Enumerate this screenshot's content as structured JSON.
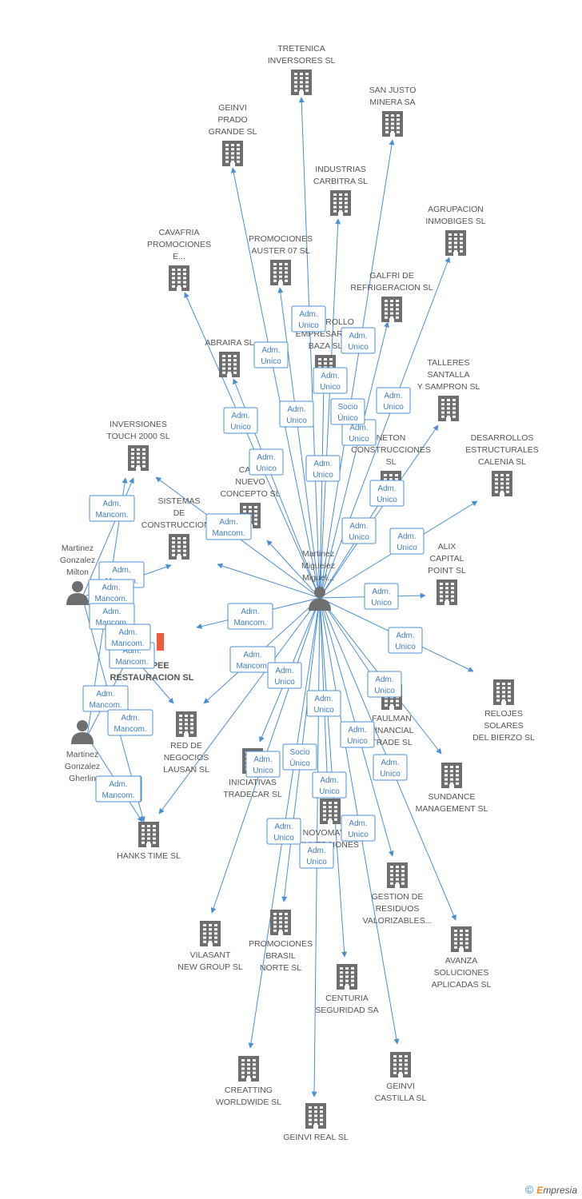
{
  "colors": {
    "edge": "#4a8fd6",
    "icon": "#6e6e6e",
    "label": "#555555",
    "focus": "#ef5b3a"
  },
  "nodes": [
    {
      "id": "center",
      "type": "person",
      "label": [
        "Martinez",
        "Miguelez",
        "Miguel..."
      ]
    },
    {
      "id": "milton",
      "type": "person",
      "label": [
        "Martinez",
        "Gonzalez",
        "Milton"
      ]
    },
    {
      "id": "gherlin",
      "type": "person",
      "label": [
        "Martinez",
        "Gonzalez",
        "Gherlin"
      ]
    },
    {
      "id": "tretenica",
      "type": "company",
      "label": [
        "TRETENICA",
        "INVERSORES SL"
      ]
    },
    {
      "id": "sanjusto",
      "type": "company",
      "label": [
        "SAN JUSTO",
        "MINERA SA"
      ]
    },
    {
      "id": "geinviprado",
      "type": "company",
      "label": [
        "GEINVI",
        "PRADO",
        "GRANDE SL"
      ]
    },
    {
      "id": "carbitra",
      "type": "company",
      "label": [
        "INDUSTRIAS",
        "CARBITRA  SL"
      ]
    },
    {
      "id": "agrupacion",
      "type": "company",
      "label": [
        "AGRUPACION",
        "INMOBIGES SL"
      ]
    },
    {
      "id": "cavafria",
      "type": "company",
      "label": [
        "CAVAFRIA",
        "PROMOCIONES",
        "E..."
      ]
    },
    {
      "id": "auster",
      "type": "company",
      "label": [
        "PROMOCIONES",
        "AUSTER 07 SL"
      ]
    },
    {
      "id": "galfri",
      "type": "company",
      "label": [
        "GALFRI DE",
        "REFRIGERACION SL"
      ]
    },
    {
      "id": "abraira",
      "type": "company",
      "label": [
        "ABRAIRA SL"
      ]
    },
    {
      "id": "baza",
      "type": "company",
      "label": [
        "DESARROLLO",
        "EMPRESARIAL",
        "BAZA  SL"
      ]
    },
    {
      "id": "talleres",
      "type": "company",
      "label": [
        "TALLERES",
        "SANTALLA",
        "Y SAMPRON SL"
      ]
    },
    {
      "id": "inversiones",
      "type": "company",
      "label": [
        "INVERSIONES",
        "TOUCH 2000 SL"
      ]
    },
    {
      "id": "desarrollos",
      "type": "company",
      "label": [
        "DESARROLLOS",
        "ESTRUCTURALES",
        "CALENIA SL"
      ]
    },
    {
      "id": "neton",
      "type": "company",
      "label": [
        "NETON",
        "CONSTRUCCIONES",
        "SL"
      ]
    },
    {
      "id": "casa",
      "type": "company",
      "label": [
        "CASA",
        "NUEVO",
        "CONCEPTO SL"
      ]
    },
    {
      "id": "sistemas",
      "type": "company",
      "label": [
        "SISTEMAS",
        "DE",
        "CONSTRUCCION..."
      ]
    },
    {
      "id": "alix",
      "type": "company",
      "label": [
        "ALIX",
        "CAPITAL",
        "POINT SL"
      ]
    },
    {
      "id": "teepee",
      "type": "company",
      "focus": true,
      "label": [
        "TEEPEE",
        "RESTAURACION SL"
      ]
    },
    {
      "id": "relojes",
      "type": "company",
      "label": [
        "RELOJES",
        "SOLARES",
        "DEL BIERZO  SL"
      ]
    },
    {
      "id": "faulman",
      "type": "company",
      "label": [
        "FAULMAN",
        "FINANCIAL",
        "TRADE SL"
      ]
    },
    {
      "id": "lausan",
      "type": "company",
      "label": [
        "RED DE",
        "NEGOCIOS",
        "LAUSAN SL"
      ]
    },
    {
      "id": "tradecar",
      "type": "company",
      "label": [
        "INICIATIVAS",
        "TRADECAR  SL"
      ]
    },
    {
      "id": "sundance",
      "type": "company",
      "label": [
        "SUNDANCE",
        "MANAGEMENT SL"
      ]
    },
    {
      "id": "hanks",
      "type": "company",
      "label": [
        "HANKS TIME SL"
      ]
    },
    {
      "id": "novomayor",
      "type": "company",
      "label": [
        "NOVOMAYOR",
        "INVERSIONES",
        "..."
      ]
    },
    {
      "id": "residuos",
      "type": "company",
      "label": [
        "GESTION DE",
        "RESIDUOS",
        "VALORIZABLES..."
      ]
    },
    {
      "id": "vilasant",
      "type": "company",
      "label": [
        "VILASANT",
        "NEW GROUP SL"
      ]
    },
    {
      "id": "brasil",
      "type": "company",
      "label": [
        "PROMOCIONES",
        "BRASIL",
        "NORTE SL"
      ]
    },
    {
      "id": "avanza",
      "type": "company",
      "label": [
        "AVANZA",
        "SOLUCIONES",
        "APLICADAS SL"
      ]
    },
    {
      "id": "centuria",
      "type": "company",
      "label": [
        "CENTURIA",
        "SEGURIDAD SA"
      ]
    },
    {
      "id": "creatting",
      "type": "company",
      "label": [
        "CREATTING",
        "WORLDWIDE SL"
      ]
    },
    {
      "id": "geinvicastilla",
      "type": "company",
      "label": [
        "GEINVI",
        "CASTILLA SL"
      ]
    },
    {
      "id": "geinvireal",
      "type": "company",
      "label": [
        "GEINVI REAL SL"
      ]
    }
  ],
  "edges": [
    {
      "from": "center",
      "to": "tretenica",
      "label": [
        "Adm.",
        "Unico"
      ]
    },
    {
      "from": "center",
      "to": "sanjusto",
      "label": [
        "Adm.",
        "Unico"
      ]
    },
    {
      "from": "center",
      "to": "geinviprado",
      "label": [
        "Adm.",
        "Unico"
      ]
    },
    {
      "from": "center",
      "to": "carbitra",
      "label": [
        "Adm.",
        "Unico"
      ]
    },
    {
      "from": "center",
      "to": "agrupacion",
      "label": [
        "Adm.",
        "Unico"
      ]
    },
    {
      "from": "center",
      "to": "cavafria",
      "label": [
        "Adm.",
        "Unico"
      ]
    },
    {
      "from": "center",
      "to": "auster",
      "label": [
        "Adm.",
        "Unico"
      ]
    },
    {
      "from": "center",
      "to": "galfri",
      "label": [
        "Adm.",
        "Unico"
      ]
    },
    {
      "from": "center",
      "to": "abraira",
      "label": [
        "Adm.",
        "Unico"
      ]
    },
    {
      "from": "center",
      "to": "baza",
      "label": [
        "Socio",
        "Único"
      ]
    },
    {
      "from": "center",
      "to": "talleres",
      "label": [
        "Adm.",
        "Unico"
      ]
    },
    {
      "from": "center",
      "to": "desarrollos",
      "label": [
        "Adm.",
        "Unico"
      ]
    },
    {
      "from": "center",
      "to": "neton",
      "label": [
        "Adm.",
        "Unico"
      ]
    },
    {
      "from": "center",
      "to": "casa",
      "label": [
        "Adm.",
        "Unico"
      ]
    },
    {
      "from": "center",
      "to": "sistemas",
      "label": [
        "Adm.",
        "Mancom."
      ]
    },
    {
      "from": "center",
      "to": "inversiones",
      "label": [
        "Adm.",
        "Mancom."
      ]
    },
    {
      "from": "center",
      "to": "alix",
      "label": [
        "Adm.",
        "Unico"
      ]
    },
    {
      "from": "center",
      "to": "teepee",
      "label": [
        "Adm.",
        "Mancom."
      ]
    },
    {
      "from": "center",
      "to": "relojes",
      "label": [
        "Adm.",
        "Unico"
      ]
    },
    {
      "from": "center",
      "to": "faulman",
      "label": [
        "Adm.",
        "Unico"
      ]
    },
    {
      "from": "center",
      "to": "lausan",
      "label": [
        "Adm.",
        "Mancom."
      ]
    },
    {
      "from": "center",
      "to": "tradecar",
      "label": [
        "Adm.",
        "Unico"
      ]
    },
    {
      "from": "center",
      "to": "sundance",
      "label": [
        "Adm.",
        "Unico"
      ]
    },
    {
      "from": "center",
      "to": "hanks",
      "label": [
        "Adm.",
        "Mancom."
      ]
    },
    {
      "from": "center",
      "to": "novomayor",
      "label": [
        "Socio",
        "Único"
      ]
    },
    {
      "from": "center",
      "to": "residuos",
      "label": [
        "Adm.",
        "Unico"
      ]
    },
    {
      "from": "center",
      "to": "vilasant",
      "label": [
        "Adm.",
        "Unico"
      ]
    },
    {
      "from": "center",
      "to": "brasil",
      "label": [
        "Adm.",
        "Unico"
      ]
    },
    {
      "from": "center",
      "to": "avanza",
      "label": [
        "Adm.",
        "Unico"
      ]
    },
    {
      "from": "center",
      "to": "centuria",
      "label": [
        "Adm.",
        "Unico"
      ]
    },
    {
      "from": "center",
      "to": "creatting",
      "label": [
        "Adm.",
        "Unico"
      ]
    },
    {
      "from": "center",
      "to": "geinvicastilla",
      "label": [
        "Adm.",
        "Unico"
      ]
    },
    {
      "from": "center",
      "to": "geinvireal",
      "label": [
        "Adm.",
        "Unico"
      ]
    },
    {
      "from": "milton",
      "to": "inversiones",
      "label": [
        "Adm.",
        "Mancom."
      ]
    },
    {
      "from": "milton",
      "to": "sistemas",
      "label": [
        "Adm.",
        "Mancom."
      ]
    },
    {
      "from": "milton",
      "to": "teepee",
      "label": [
        "Adm.",
        "Mancom."
      ]
    },
    {
      "from": "milton",
      "to": "lausan",
      "label": [
        "Adm.",
        "Mancom."
      ]
    },
    {
      "from": "milton",
      "to": "hanks",
      "label": [
        "Adm.",
        "Mancom."
      ]
    },
    {
      "from": "gherlin",
      "to": "inversiones",
      "label": [
        "Adm.",
        "Mancom."
      ]
    },
    {
      "from": "gherlin",
      "to": "teepee",
      "label": [
        "Adm.",
        "Mancom."
      ]
    },
    {
      "from": "gherlin",
      "to": "hanks",
      "label": [
        "Adm.",
        "Mancom."
      ]
    }
  ],
  "footer": {
    "copyright": "©",
    "brand_initial": "E",
    "brand_rest": "mpresia"
  }
}
